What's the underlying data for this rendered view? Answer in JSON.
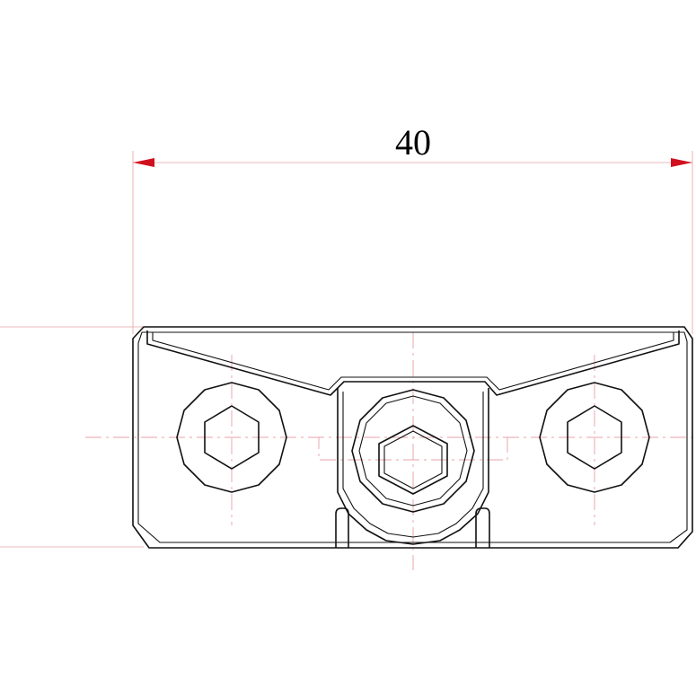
{
  "drawing": {
    "dimension": {
      "value_label": "40"
    },
    "colors": {
      "outline": "#111111",
      "dimension_line": "#e8a0a8",
      "arrowhead": "#d0101e",
      "center_line": "#e8a0a8",
      "text": "#000000"
    },
    "icons": {
      "dimension_arrow": "arrowhead",
      "center_mark": "center-line"
    }
  }
}
